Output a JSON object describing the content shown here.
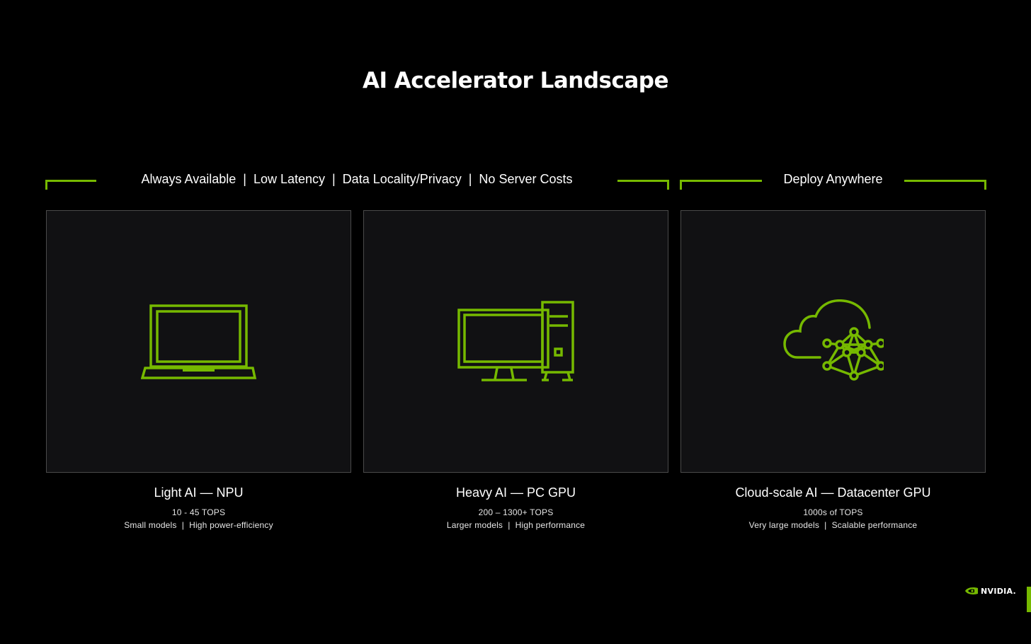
{
  "title": "AI Accelerator Landscape",
  "colors": {
    "accent": "#76b900",
    "background": "#000000",
    "card": "#111113",
    "card_border": "#4a4a4a"
  },
  "groups": [
    {
      "label": "Always Available  |  Low Latency  |  Data Locality/Privacy  |  No Server Costs"
    },
    {
      "label": "Deploy Anywhere"
    }
  ],
  "cards": [
    {
      "icon": "laptop-icon",
      "name": "Light AI —  NPU",
      "tops": "10 - 45 TOPS",
      "desc": "Small models  |  High power-efficiency"
    },
    {
      "icon": "desktop-pc-icon",
      "name": "Heavy AI — PC GPU",
      "tops": "200 – 1300+ TOPS",
      "desc": "Larger models  |  High performance"
    },
    {
      "icon": "cloud-neural-network-icon",
      "name": "Cloud-scale AI — Datacenter GPU",
      "tops": "1000s of TOPS",
      "desc": "Very large models  |  Scalable performance"
    }
  ],
  "logo": {
    "text": "NVIDIA.",
    "icon": "nvidia-eye-icon"
  }
}
